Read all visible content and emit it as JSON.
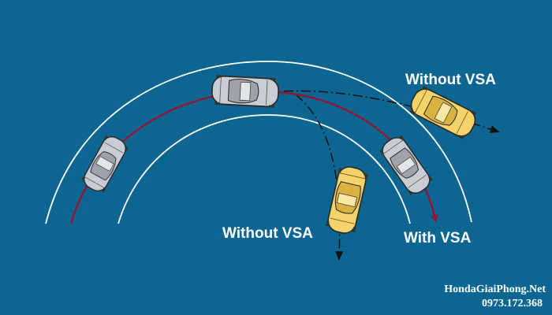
{
  "labels": {
    "without_vsa_top": "Without VSA",
    "without_vsa_bottom": "Without VSA",
    "with_vsa": "With VSA"
  },
  "watermark": {
    "site": "HondaGiaiPhong.Net",
    "phone": "0973.172.368"
  },
  "colors": {
    "background": "#0d6691",
    "lane_line": "#ffffff",
    "vsa_path": "#8b1a3a",
    "skid_path": "#111111",
    "car_silver": "#c9ccd2",
    "car_yellow": "#f4d36a"
  }
}
